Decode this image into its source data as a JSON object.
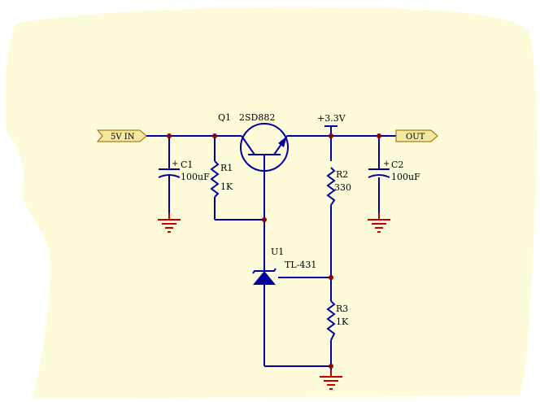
{
  "colors": {
    "background": "#ffffff",
    "paper": "#fdfbd9",
    "wire": "#0000a0",
    "junction": "#8b0000",
    "ground": "#c00000",
    "port_fill": "#f5e6a0",
    "port_stroke": "#8b6a00"
  },
  "ports": {
    "input": "5V IN",
    "output": "OUT"
  },
  "rail": {
    "label": "+3.3V"
  },
  "components": {
    "c1": {
      "ref": "C1",
      "value": "100uF"
    },
    "r1": {
      "ref": "R1",
      "value": "1K"
    },
    "q1": {
      "ref": "Q1",
      "value": "2SD882"
    },
    "r2": {
      "ref": "R2",
      "value": "330"
    },
    "c2": {
      "ref": "C2",
      "value": "100uF"
    },
    "u1": {
      "ref": "U1",
      "value": "TL-431"
    },
    "r3": {
      "ref": "R3",
      "value": "1K"
    }
  },
  "polarity_mark": "+"
}
